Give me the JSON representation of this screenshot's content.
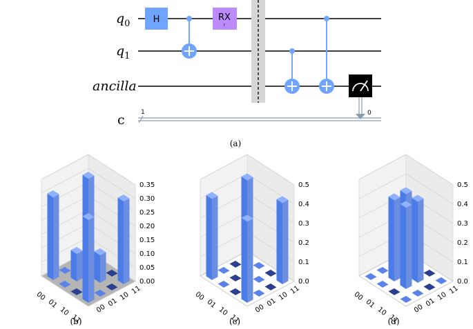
{
  "colors": {
    "h_gate": "#6fa4ff",
    "rx_gate": "#bb8bff",
    "control": "#6fa4ff",
    "barrier": "#d6d6d6",
    "measure": "#000000",
    "bar_side": "#6b8ee0",
    "bar_front": "#4a7be6",
    "bar_top": "#8fb1ff",
    "floor_tile": "#5b82e8",
    "floor_tile_dark": "#2b3f8f",
    "grey_floor": "#b5b5b5"
  },
  "circuit": {
    "qubits": [
      "q",
      "q",
      "ancilla"
    ],
    "qubit_subscripts": [
      "0",
      "1",
      ""
    ],
    "classical_label": "c",
    "classical_width": "1",
    "measure_bit": "0",
    "gates": [
      {
        "name": "H",
        "wire": 0
      },
      {
        "name": "cx",
        "control": 0,
        "target": 1
      },
      {
        "name": "RX",
        "subscript": "r",
        "wire": 0
      },
      {
        "name": "barrier"
      },
      {
        "name": "cx",
        "control": 1,
        "target": 2
      },
      {
        "name": "cx",
        "control": 0,
        "target": 2
      },
      {
        "name": "measure",
        "wire": 2,
        "cbit": 0
      }
    ],
    "caption": "(a)"
  },
  "chart_data": [
    {
      "type": "bar3d",
      "caption": "(b)",
      "x_categories": [
        "00",
        "01",
        "10",
        "11"
      ],
      "y_categories": [
        "00",
        "01",
        "10",
        "11"
      ],
      "zlim": [
        0,
        0.35
      ],
      "zticks": [
        "0.00",
        "0.05",
        "0.10",
        "0.15",
        "0.20",
        "0.25",
        "0.30",
        "0.35"
      ],
      "floor": "grey",
      "values": [
        [
          0.3,
          0.0,
          0.0,
          0.3
        ],
        [
          0.0,
          0.1,
          0.1,
          0.0
        ],
        [
          0.0,
          0.1,
          0.1,
          0.0
        ],
        [
          0.3,
          0.0,
          0.0,
          0.3
        ]
      ]
    },
    {
      "type": "bar3d",
      "caption": "(c)",
      "x_categories": [
        "00",
        "01",
        "10",
        "11"
      ],
      "y_categories": [
        "00",
        "01",
        "10",
        "11"
      ],
      "zlim": [
        0,
        0.5
      ],
      "zticks": [
        "0.0",
        "0.1",
        "0.2",
        "0.3",
        "0.4",
        "0.5"
      ],
      "floor": "white",
      "values": [
        [
          0.42,
          0.0,
          0.0,
          0.42
        ],
        [
          0.0,
          0.0,
          0.0,
          0.0
        ],
        [
          0.0,
          0.0,
          0.0,
          0.0
        ],
        [
          0.42,
          0.0,
          0.0,
          0.42
        ]
      ]
    },
    {
      "type": "bar3d",
      "caption": "(d)",
      "x_categories": [
        "00",
        "01",
        "10",
        "11"
      ],
      "y_categories": [
        "00",
        "01",
        "10",
        "11"
      ],
      "zlim": [
        0,
        0.5
      ],
      "zticks": [
        "0.0",
        "0.1",
        "0.2",
        "0.3",
        "0.4",
        "0.5"
      ],
      "floor": "white",
      "values": [
        [
          0.0,
          0.0,
          0.0,
          0.0
        ],
        [
          0.0,
          0.42,
          0.42,
          0.0
        ],
        [
          0.0,
          0.42,
          0.42,
          0.0
        ],
        [
          0.0,
          0.0,
          0.0,
          0.0
        ]
      ]
    }
  ]
}
